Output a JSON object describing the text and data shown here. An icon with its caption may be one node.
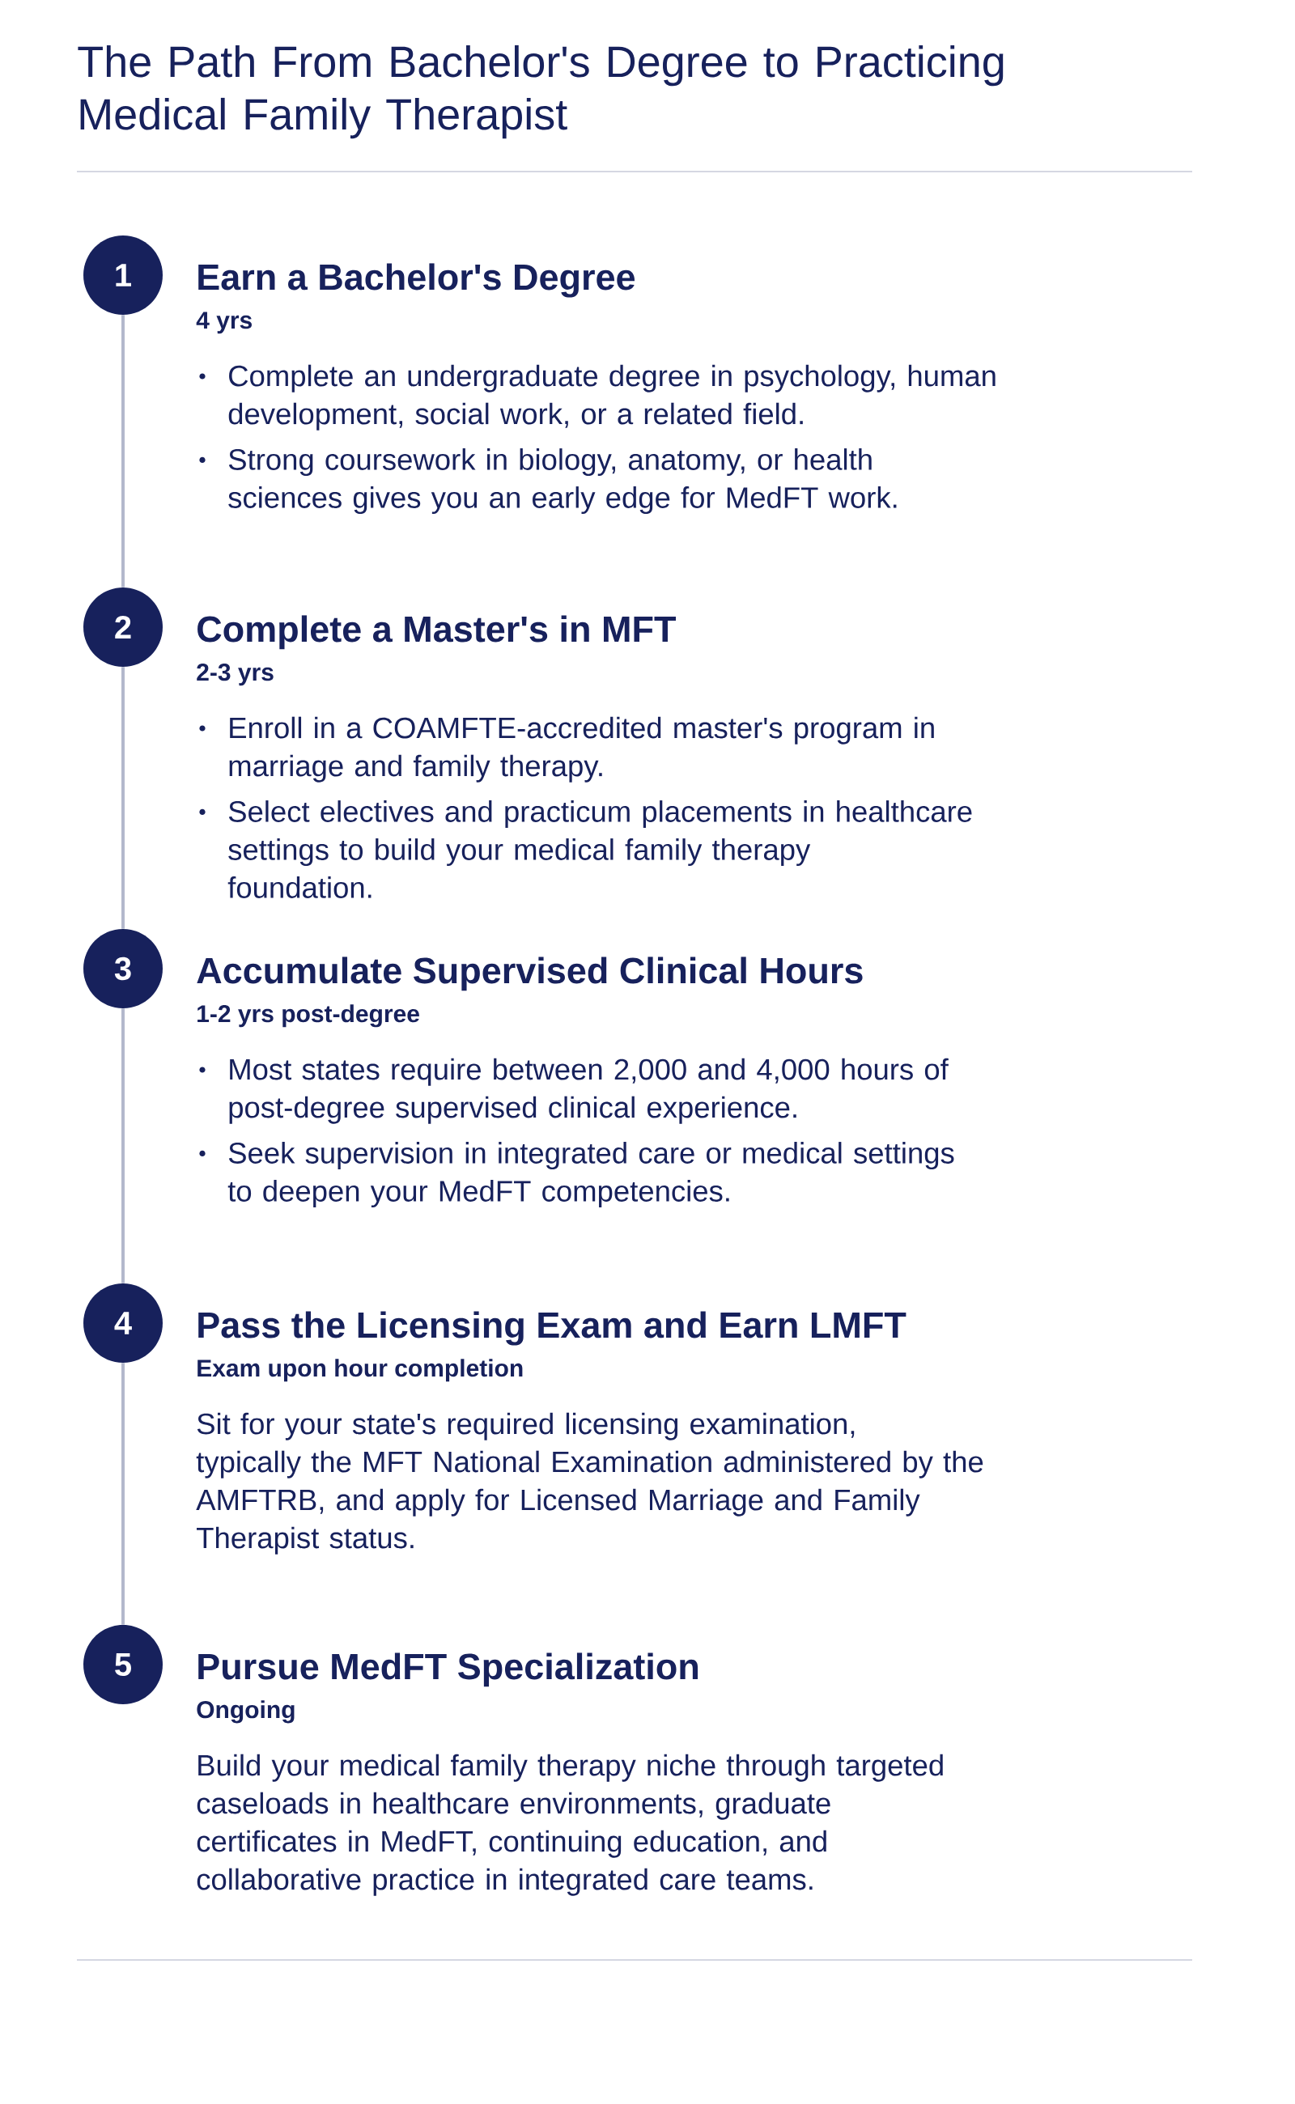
{
  "diagram": {
    "title": "The Path From Bachelor's Degree to Practicing Medical Family Therapist",
    "nodes": [
      {
        "text": [
          "1"
        ],
        "beside": [
          "Earn a Bachelor's Degree",
          "4 yrs",
          "Complete an undergraduate degree in psychology, human development, social work, or a related field.",
          "Strong coursework in biology, anatomy, or health sciences gives you an early edge for MedFT work."
        ]
      },
      {
        "text": [
          "2"
        ],
        "beside": [
          "Complete a Master's in MFT",
          "2-3 yrs",
          "Enroll in a COAMFTE-accredited master's program in marriage and family therapy.",
          "Select electives and practicum placements in healthcare settings to build your medical family therapy foundation."
        ]
      },
      {
        "text": [
          "3"
        ],
        "beside": [
          "Accumulate Supervised Clinical Hours",
          "1-2 yrs post-degree",
          "Most states require between 2,000 and 4,000 hours of post-degree supervised clinical experience.",
          "Seek supervision in integrated care or medical settings to deepen your MedFT competencies."
        ]
      },
      {
        "text": [
          "4"
        ],
        "beside": [
          "Pass the Licensing Exam and Earn LMFT",
          "Exam upon hour completion",
          "Sit for your state's required licensing examination, typically the MFT National Examination administered by the AMFTRB, and apply for Licensed Marriage and Family Therapist status."
        ]
      },
      {
        "text": [
          "5"
        ],
        "beside": [
          "Pursue MedFT Specialization",
          "Ongoing",
          "Build your medical family therapy niche through targeted caseloads in healthcare environments, graduate certificates in MedFT, continuing education, and collaborative practice in integrated care teams."
        ]
      }
    ],
    "edges": [
      {
        "from": 0,
        "to": 1,
        "arrow": "none"
      },
      {
        "from": 1,
        "to": 2,
        "arrow": "none"
      },
      {
        "from": 2,
        "to": 3,
        "arrow": "none"
      },
      {
        "from": 3,
        "to": 4,
        "arrow": "none"
      }
    ]
  }
}
